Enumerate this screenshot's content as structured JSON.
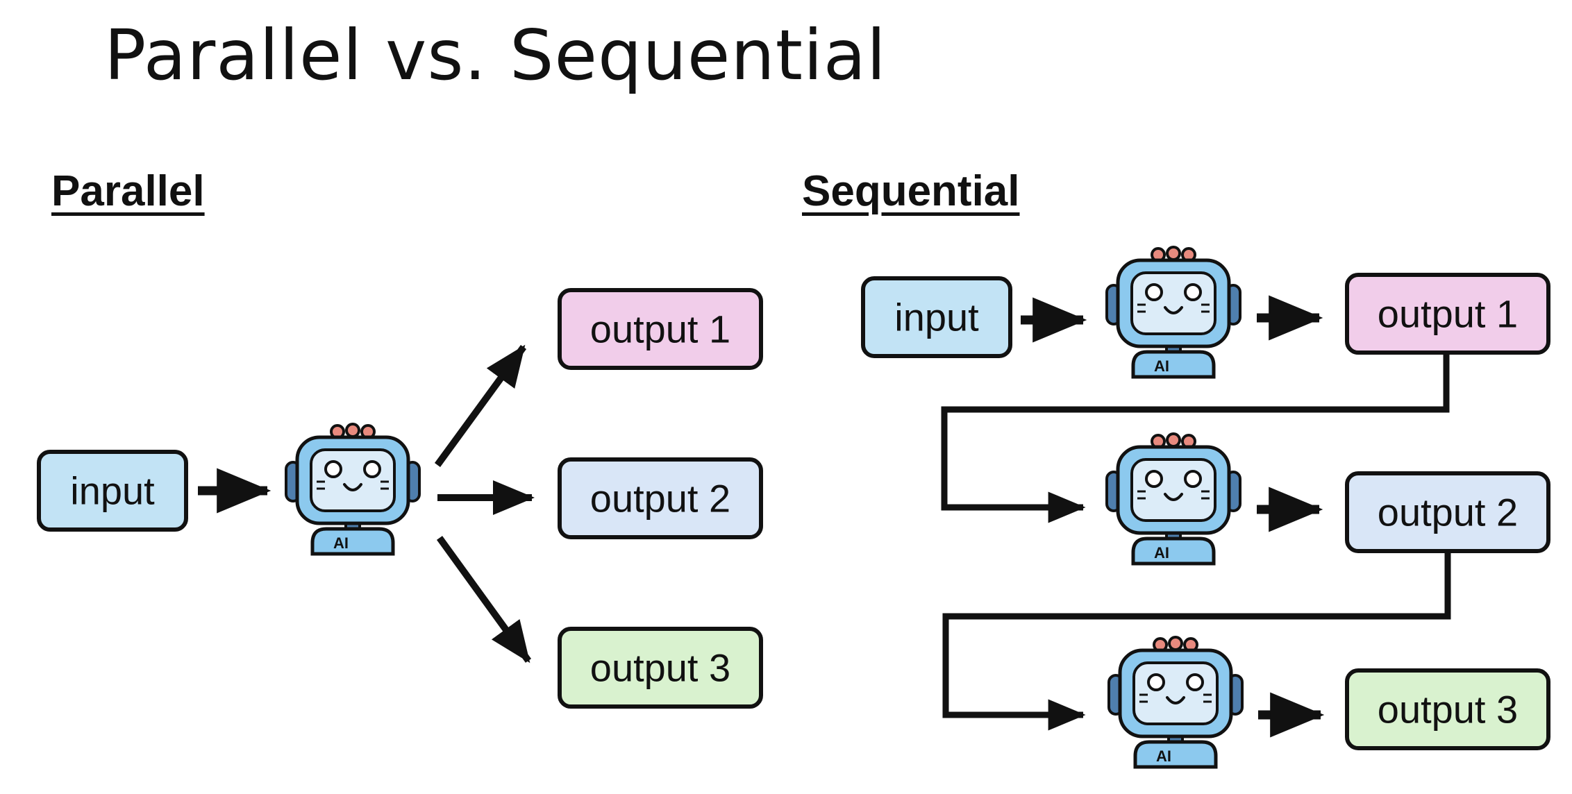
{
  "title": "Parallel vs. Sequential",
  "parallel": {
    "heading": "Parallel",
    "input_label": "input",
    "outputs": [
      "output 1",
      "output 2",
      "output 3"
    ]
  },
  "sequential": {
    "heading": "Sequential",
    "input_label": "input",
    "outputs": [
      "output 1",
      "output 2",
      "output 3"
    ]
  },
  "robot_badge": "AI",
  "colors": {
    "input": "#c2e3f5",
    "output_1": "#f1cdea",
    "output_2": "#d9e6f7",
    "output_3": "#d9f2cf",
    "stroke": "#111111",
    "robot_body": "#8cc9ee",
    "robot_screen": "#dcecf8",
    "robot_antenna": "#e88a7e",
    "robot_ear": "#4f7fae"
  },
  "icons": [
    "robot-icon",
    "arrow-right-icon"
  ]
}
